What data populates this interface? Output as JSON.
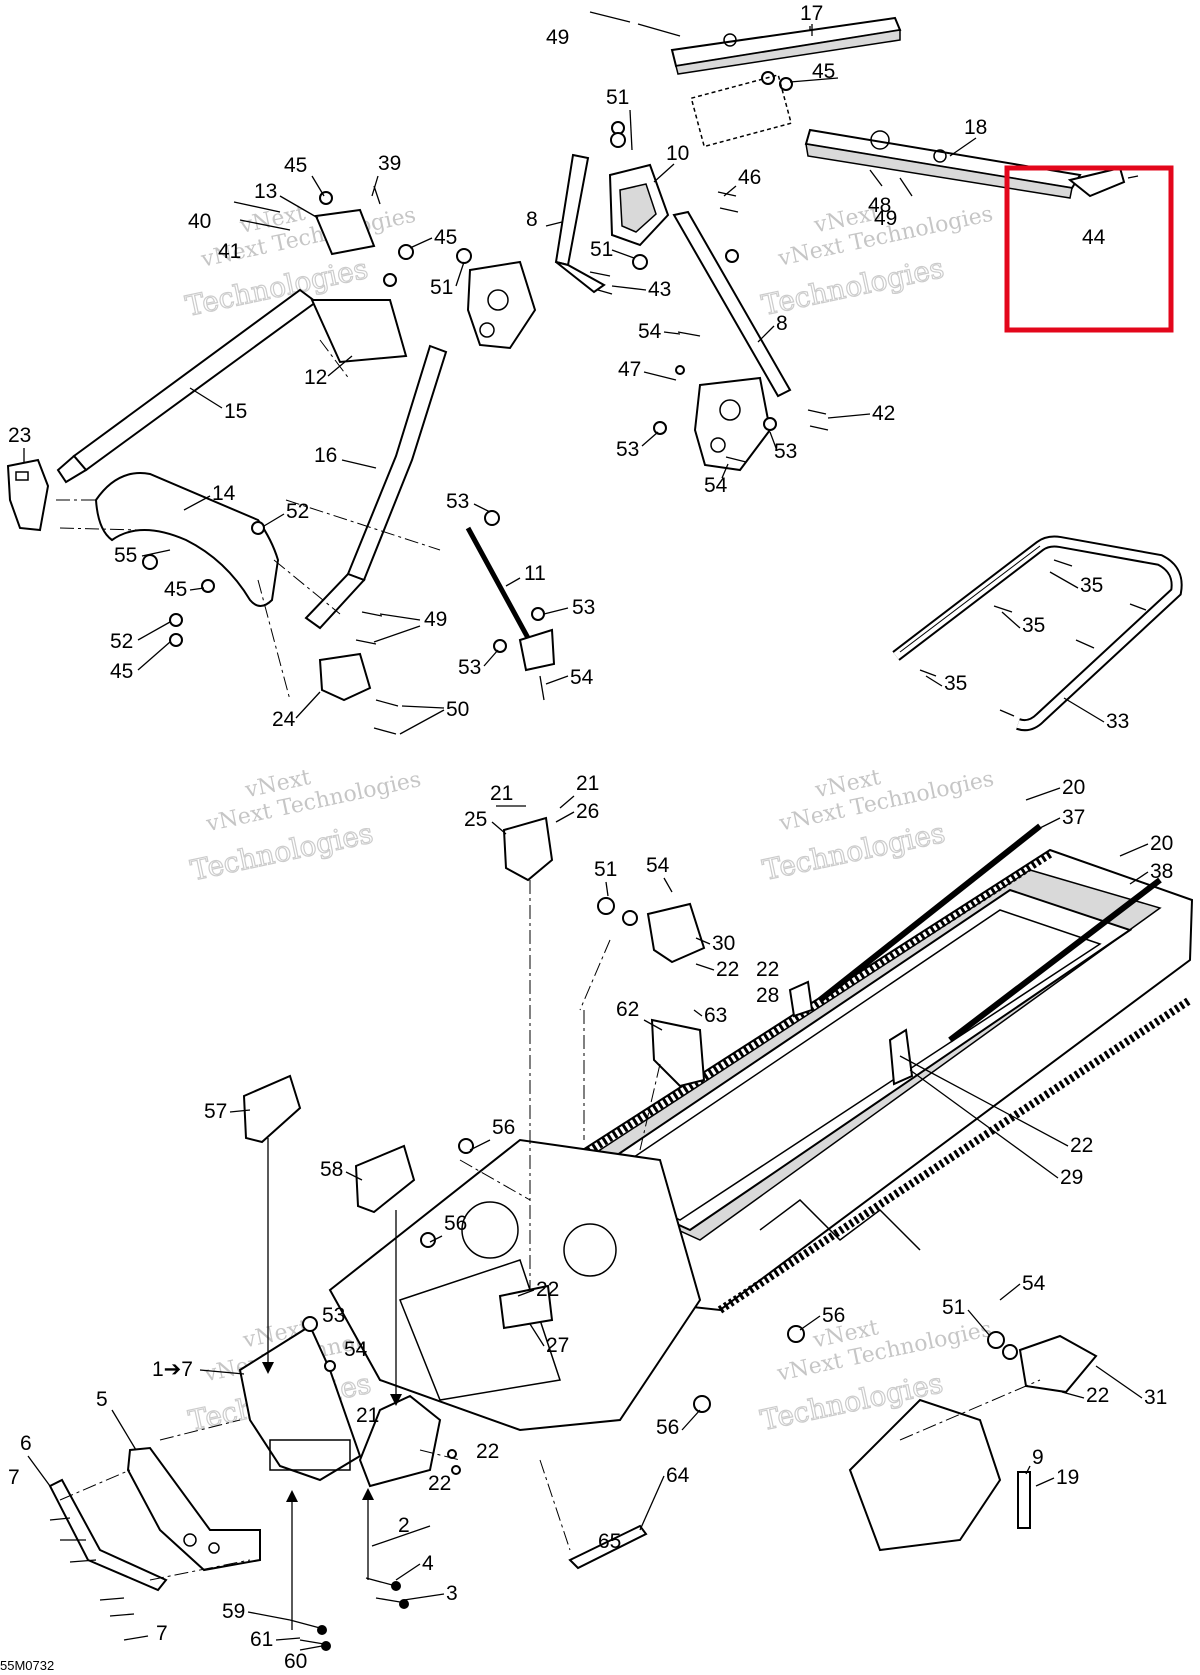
{
  "diagram_code": "55M0732",
  "watermark": {
    "line1": "vNext",
    "line2": "vNext Technologies",
    "line3": "Technologies"
  },
  "highlight_label": "44",
  "callouts": {
    "c17": "17",
    "c49a": "49",
    "c45a": "45",
    "c18": "18",
    "c48": "48",
    "c49b": "49",
    "c44": "44",
    "c51a": "51",
    "c10": "10",
    "c46": "46",
    "c8a": "8",
    "c51b": "51",
    "c51c": "51",
    "c43": "43",
    "c8b": "8",
    "c54a": "54",
    "c47": "47",
    "c42": "42",
    "c53a": "53",
    "c53b": "53",
    "c54b": "54",
    "c45b": "45",
    "c39": "39",
    "c13": "13",
    "c40": "40",
    "c41": "41",
    "c45c": "45",
    "c12": "12",
    "c15": "15",
    "c23": "23",
    "c14": "14",
    "c16": "16",
    "c52a": "52",
    "c55": "55",
    "c45d": "45",
    "c52b": "52",
    "c45e": "45",
    "c49c": "49",
    "c53c": "53",
    "c11": "11",
    "c53d": "53",
    "c53e": "53",
    "c54c": "54",
    "c24": "24",
    "c50": "50",
    "c35a": "35",
    "c35b": "35",
    "c35c": "35",
    "c33": "33",
    "c21a": "21",
    "c21b": "21",
    "c26": "26",
    "c25": "25",
    "c51d": "51",
    "c54d": "54",
    "c30": "30",
    "c22a": "22",
    "c22b": "22",
    "c28": "28",
    "c62": "62",
    "c63": "63",
    "c20a": "20",
    "c37": "37",
    "c20b": "20",
    "c38": "38",
    "c22c": "22",
    "c29": "29",
    "c57": "57",
    "c56a": "56",
    "c58": "58",
    "c56b": "56",
    "c22d": "22",
    "c27": "27",
    "c53f": "53",
    "c54e": "54",
    "c17b": "1➔7",
    "c5": "5",
    "c21c": "21",
    "c6": "6",
    "c7a": "7",
    "c22e": "22",
    "c22f": "22",
    "c2": "2",
    "c4": "4",
    "c3": "3",
    "c59": "59",
    "c61": "61",
    "c60": "60",
    "c7b": "7",
    "c56c": "56",
    "c64": "64",
    "c65": "65",
    "c54f": "54",
    "c51e": "51",
    "c56d": "56",
    "c22g": "22",
    "c31": "31",
    "c9": "9",
    "c19": "19"
  }
}
